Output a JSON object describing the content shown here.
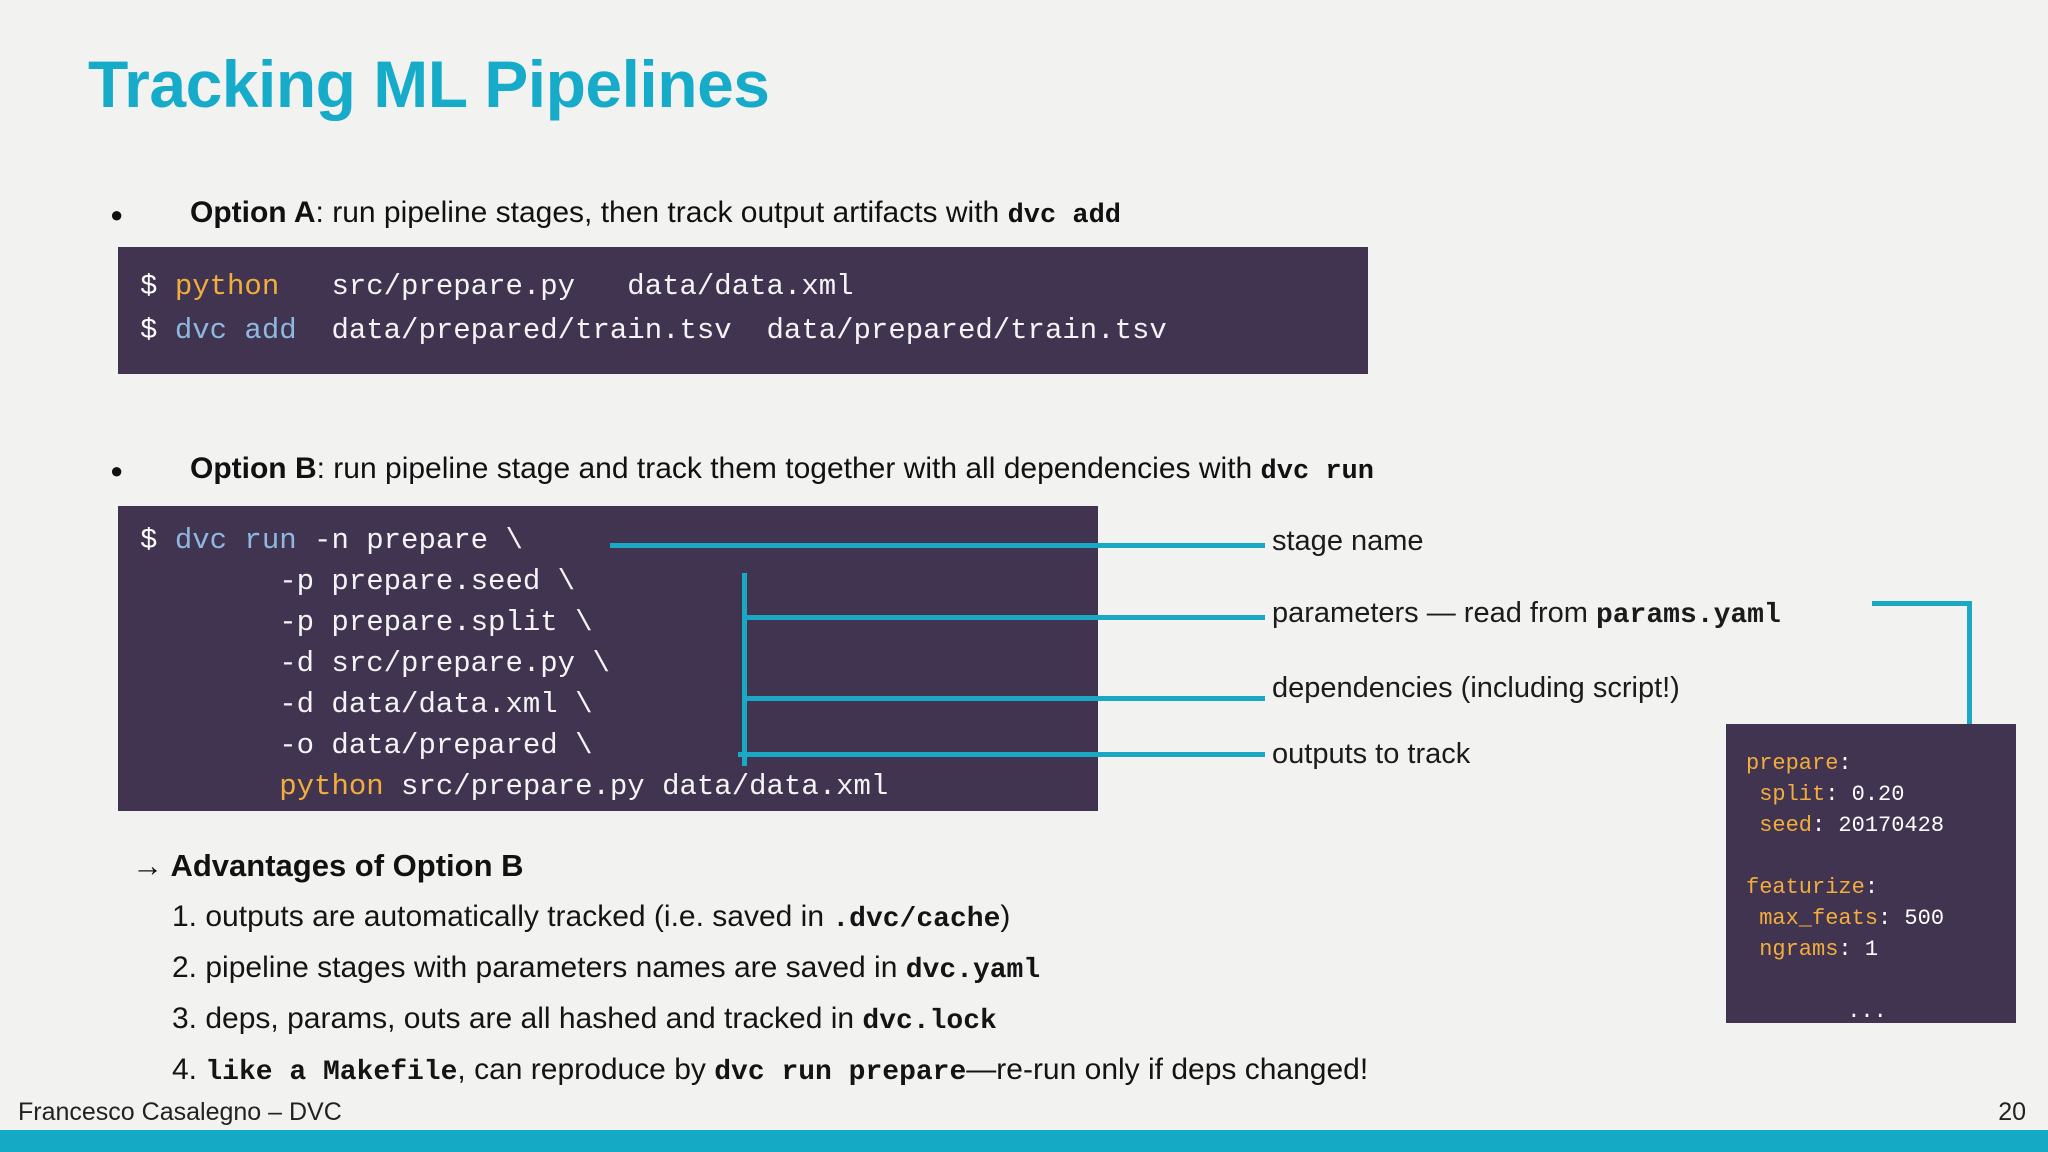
{
  "slide": {
    "title": "Tracking ML Pipelines",
    "accent_color": "#16abc8",
    "background_color": "#f2f2f1",
    "code_background_color": "#413451",
    "connector_color": "#1aa9c4"
  },
  "bullets": {
    "option_a": {
      "marker": "●",
      "label": "Option A",
      "text_before_code": ":  run pipeline stages, then track output artifacts with ",
      "code": "dvc add"
    },
    "option_b": {
      "marker": "●",
      "label": "Option B",
      "text_before_code": ": run pipeline stage and track them together with all dependencies with ",
      "code": "dvc run"
    }
  },
  "code_block_a": {
    "lines": [
      {
        "prompt": "$ ",
        "cmd": "python",
        "cmd_color": "#f2ad3c",
        "rest": "   src/prepare.py   data/data.xml"
      },
      {
        "prompt": "$ ",
        "cmd": "dvc add",
        "cmd_color": "#8fb8e0",
        "rest": "  data/prepared/train.tsv  data/prepared/train.tsv"
      }
    ]
  },
  "code_block_b": {
    "line1_prompt": "$ ",
    "line1_cmd": "dvc run",
    "line1_rest": " -n prepare \\",
    "lines": [
      "        -p prepare.seed \\",
      "        -p prepare.split \\",
      "        -d src/prepare.py \\",
      "        -d data/data.xml \\",
      "        -o data/prepared \\"
    ],
    "last_line_cmd": "python",
    "last_line_rest": " src/prepare.py data/data.xml",
    "last_line_indent": "        "
  },
  "annotations": {
    "stage_name": "stage name",
    "parameters_prefix": "parameters — read from ",
    "parameters_file": "params.yaml",
    "dependencies": "dependencies (including script!)",
    "outputs": "outputs to track"
  },
  "params_box": {
    "l1_key": "prepare",
    "l1_sep": ":",
    "l2_key": " split",
    "l2_val": ": 0.20",
    "l3_key": " seed",
    "l3_val": ": 20170428",
    "l4_key": "featurize",
    "l4_sep": ":",
    "l5_key": " max_feats",
    "l5_val": ": 500",
    "l6_key": " ngrams",
    "l6_val": ": 1",
    "ellipsis": "..."
  },
  "advantages": {
    "heading": "→ Advantages of Option B",
    "item1_num": "1. ",
    "item1_text": "outputs are automatically tracked (i.e. saved in ",
    "item1_code": ".dvc/cache",
    "item1_tail": ")",
    "item2_num": "2. ",
    "item2_text": "pipeline stages with parameters names are saved in  ",
    "item2_code": "dvc.yaml",
    "item3_num": "3. ",
    "item3_text": "deps, params, outs are all hashed and tracked in  ",
    "item3_code": "dvc.lock",
    "item4_num": "4. ",
    "item4_code1": "like a Makefile",
    "item4_text": ",  can reproduce by ",
    "item4_code2": "dvc run prepare",
    "item4_tail": "—re-run only if deps changed!"
  },
  "footer": {
    "left": "Francesco Casalegno – DVC",
    "page": "20"
  }
}
